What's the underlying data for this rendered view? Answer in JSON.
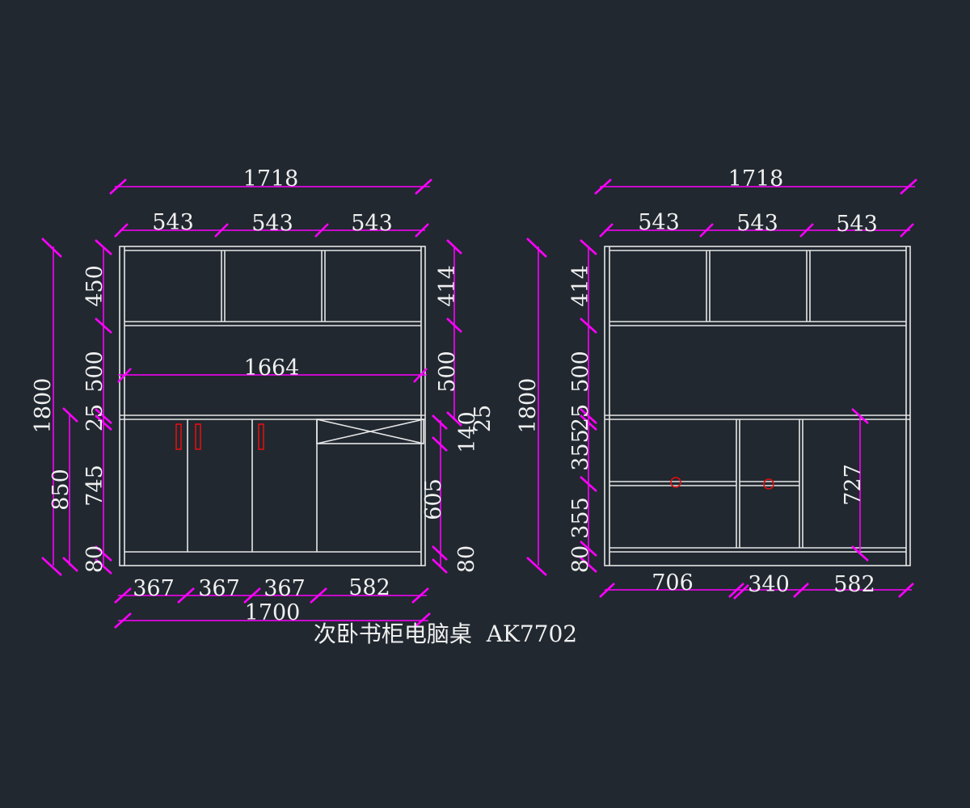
{
  "title": "次卧书柜电脑桌  AK7702",
  "colors": {
    "background": "#212830",
    "outline": "#e6e6e6",
    "dimension": "#ff00ff",
    "handle": "#e01010",
    "text": "#f0f0f0"
  },
  "left_view": {
    "overall_width": "1718",
    "top_widths": [
      "543",
      "543",
      "543"
    ],
    "inner_width": "1664",
    "left_heights": [
      "450",
      "500",
      "25",
      "745",
      "80"
    ],
    "total_height": "1800",
    "lower_height": "850",
    "right_heights": [
      "414",
      "500",
      "25",
      "140",
      "605",
      "80"
    ],
    "bottom_widths": [
      "367",
      "367",
      "367",
      "582"
    ],
    "base_width": "1700"
  },
  "right_view": {
    "overall_width": "1718",
    "top_widths": [
      "543",
      "543",
      "543"
    ],
    "left_heights": [
      "414",
      "500",
      "25",
      "355",
      "355",
      "80"
    ],
    "total_height": "1800",
    "inner_height": "727",
    "bottom_widths": [
      "706",
      "340",
      "582"
    ]
  }
}
